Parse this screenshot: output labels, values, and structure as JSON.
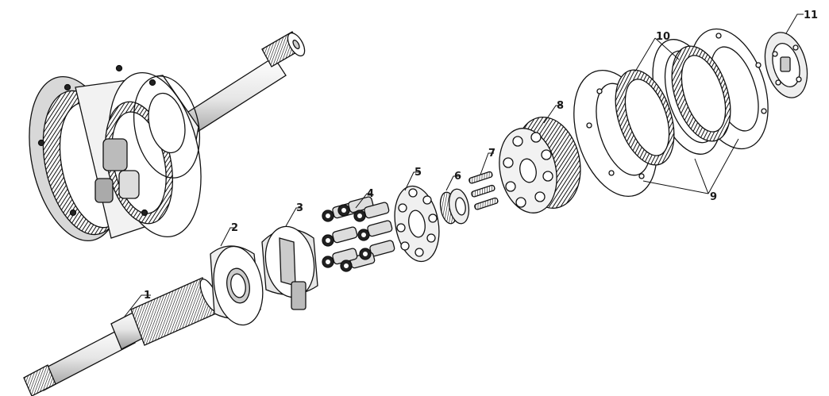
{
  "labels": {
    "p1": "1",
    "p2": "2",
    "p3": "3",
    "p4": "4",
    "p5": "5",
    "p6": "6",
    "p7": "7",
    "p8": "8",
    "p9": "9",
    "p10": "10",
    "p11": "11"
  },
  "colors": {
    "ink": "#111111",
    "paper": "#ffffff",
    "shade": "#9a9a9a",
    "dark": "#3a3a3a"
  }
}
